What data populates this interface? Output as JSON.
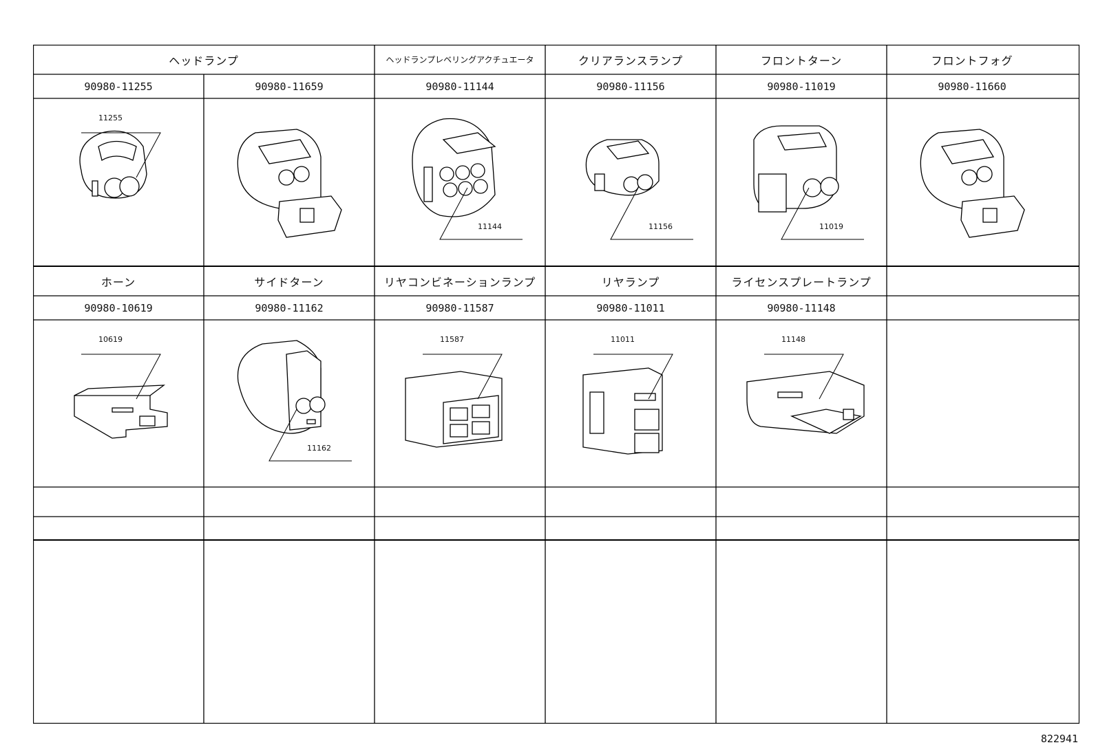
{
  "drawing_id": "822941",
  "rows": [
    {
      "cells": [
        {
          "id": "headlamp-a",
          "label": "ヘッドランプ",
          "part": "90980-11255",
          "callout": "11255",
          "shape": "socket2"
        },
        {
          "id": "headlamp-b",
          "label": "",
          "part": "90980-11659",
          "callout": "",
          "shape": "socket2lock"
        },
        {
          "id": "leveling",
          "label": "ヘッドランプレベリングアクチュエータ",
          "part": "90980-11144",
          "callout": "11144",
          "shape": "socket6"
        },
        {
          "id": "clearance",
          "label": "クリアランスランプ",
          "part": "90980-11156",
          "callout": "11156",
          "shape": "socket2small"
        },
        {
          "id": "front-turn",
          "label": "フロントターン",
          "part": "90980-11019",
          "callout": "11019",
          "shape": "socket2tall"
        },
        {
          "id": "front-fog",
          "label": "フロントフォグ",
          "part": "90980-11660",
          "callout": "",
          "shape": "socket2lock"
        }
      ]
    },
    {
      "cells": [
        {
          "id": "horn",
          "label": "ホーン",
          "part": "90980-10619",
          "callout": "10619",
          "shape": "flat1"
        },
        {
          "id": "side-turn",
          "label": "サイドターン",
          "part": "90980-11162",
          "callout": "11162",
          "shape": "socket2front"
        },
        {
          "id": "rear-combo",
          "label": "リヤコンビネーションランプ",
          "part": "90980-11587",
          "callout": "11587",
          "shape": "box4"
        },
        {
          "id": "rear-lamp",
          "label": "リヤランプ",
          "part": "90980-11011",
          "callout": "11011",
          "shape": "box2"
        },
        {
          "id": "license",
          "label": "ライセンスプレートランプ",
          "part": "90980-11148",
          "callout": "11148",
          "shape": "flatlong"
        },
        {
          "id": "empty",
          "label": "",
          "part": "",
          "callout": "",
          "shape": ""
        }
      ]
    }
  ]
}
